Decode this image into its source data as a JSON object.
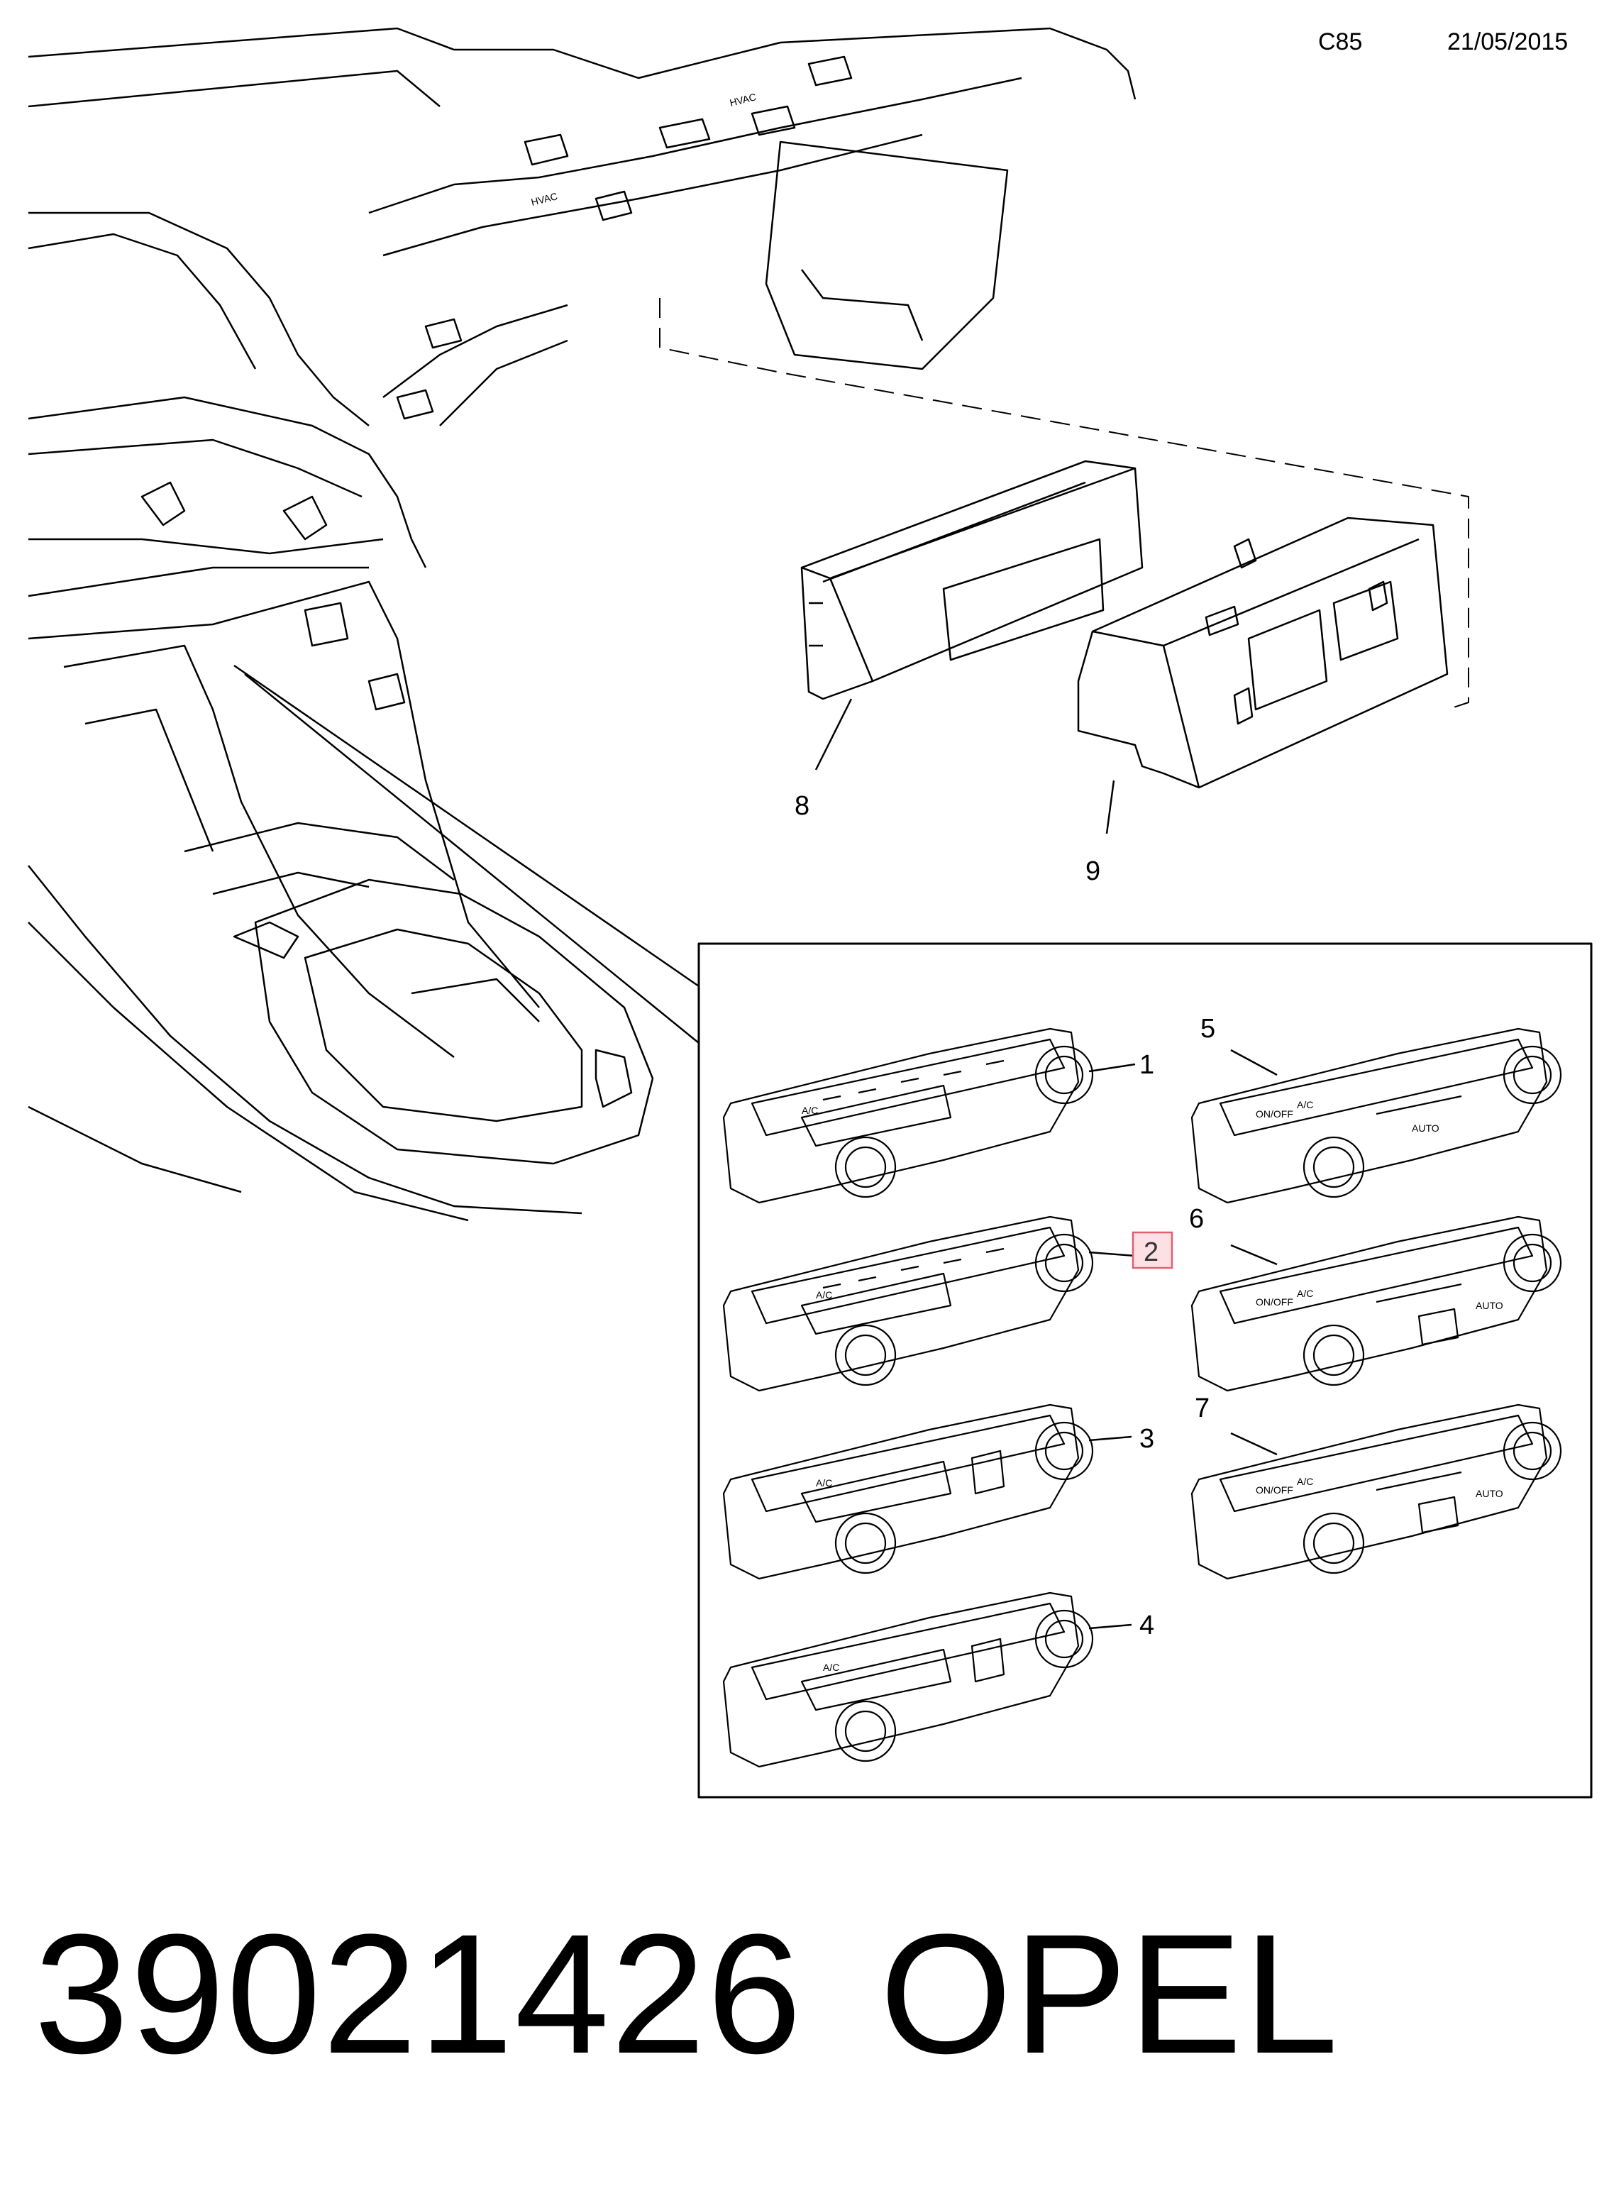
{
  "header": {
    "code": "C85",
    "date": "21/05/2015"
  },
  "callouts": {
    "c1": "1",
    "c2": "2",
    "c3": "3",
    "c4": "4",
    "c5": "5",
    "c6": "6",
    "c7": "7",
    "c8": "8",
    "c9": "9"
  },
  "panel_labels": {
    "ac": "A/C",
    "onoff": "ON/OFF",
    "auto": "AUTO",
    "hvac": "HVAC"
  },
  "highlight_color": "#e06070",
  "footer": {
    "part_number": "39021426",
    "brand": "OPEL"
  }
}
